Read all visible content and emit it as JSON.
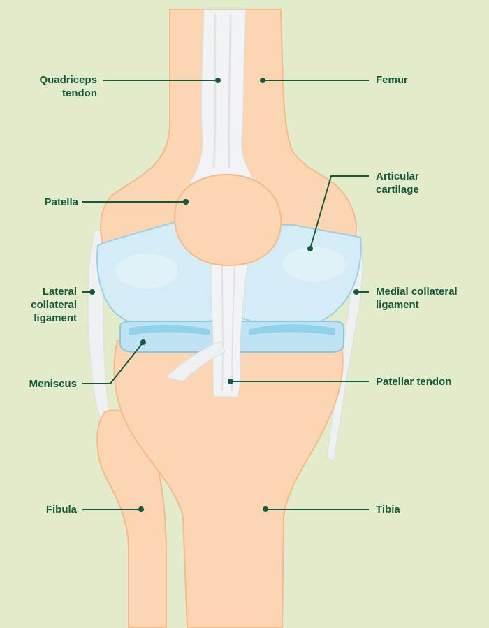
{
  "diagram": {
    "colors": {
      "background": "#e2ecca",
      "bone_fill": "#fcd5b2",
      "bone_outline": "#f5b98a",
      "cartilage_fill": "#d4ecf5",
      "cartilage_outline": "#9ccfe4",
      "meniscus_fill": "#bfe3f2",
      "tendon_fill": "#f1f3f4",
      "leader_line": "#155a3a",
      "label_text": "#155a3a"
    },
    "labels": {
      "quadriceps_tendon": [
        "Quadriceps",
        "tendon"
      ],
      "femur": [
        "Femur"
      ],
      "articular_cartilage": [
        "Articular",
        "cartilage"
      ],
      "patella": [
        "Patella"
      ],
      "lateral_collateral_ligament": [
        "Lateral",
        "collateral",
        "ligament"
      ],
      "medial_collateral_ligament": [
        "Medial collateral",
        "ligament"
      ],
      "meniscus": [
        "Meniscus"
      ],
      "patellar_tendon": [
        "Patellar tendon"
      ],
      "fibula": [
        "Fibula"
      ],
      "tibia": [
        "Tibia"
      ]
    }
  }
}
